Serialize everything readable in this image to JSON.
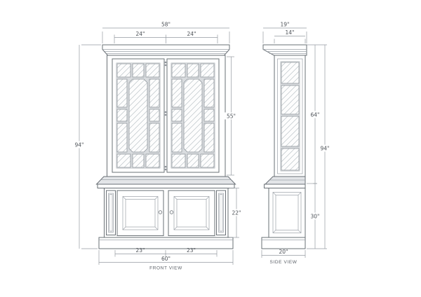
{
  "front_view": {
    "label": "FRONT VIEW",
    "dims": {
      "crown_width": "58\"",
      "door_width_left": "24\"",
      "door_width_right": "24\"",
      "overall_height": "94\"",
      "upper_door_height": "55\"",
      "base_door_height": "22\"",
      "base_door_width_left": "23\"",
      "base_door_width_right": "23\"",
      "base_width": "60\""
    }
  },
  "side_view": {
    "label": "SIDE VIEW",
    "dims": {
      "crown_depth": "19\"",
      "body_depth": "14\"",
      "upper_height": "64\"",
      "overall_height": "94\"",
      "base_height": "30\"",
      "base_depth": "20\""
    }
  },
  "colors": {
    "background": "#ffffff",
    "outline": "#6a7076",
    "secondary_line": "#9aa0a7",
    "mullion_fill": "#d9dcdf",
    "glass_hatch": "#bcc3c9",
    "dimension_line": "#949aa1",
    "dimension_text": "#4b5056"
  }
}
